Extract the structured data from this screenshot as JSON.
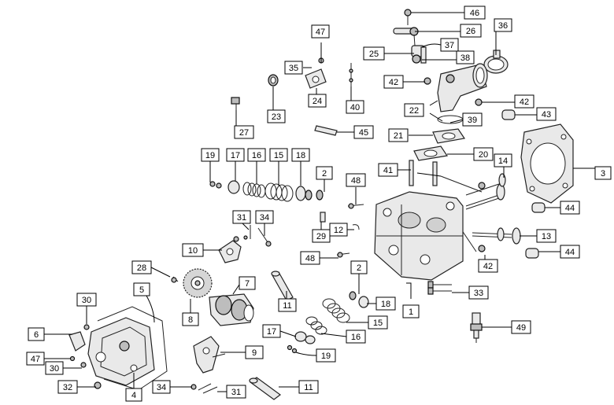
{
  "diagram": {
    "callouts": [
      {
        "id": "c46",
        "label": "46"
      },
      {
        "id": "c26",
        "label": "26"
      },
      {
        "id": "c47a",
        "label": "47"
      },
      {
        "id": "c36",
        "label": "36"
      },
      {
        "id": "c37",
        "label": "37"
      },
      {
        "id": "c25",
        "label": "25"
      },
      {
        "id": "c38",
        "label": "38"
      },
      {
        "id": "c35",
        "label": "35"
      },
      {
        "id": "c42a",
        "label": "42"
      },
      {
        "id": "c24",
        "label": "24"
      },
      {
        "id": "c40",
        "label": "40"
      },
      {
        "id": "c42b",
        "label": "42"
      },
      {
        "id": "c43",
        "label": "43"
      },
      {
        "id": "c22",
        "label": "22"
      },
      {
        "id": "c39",
        "label": "39"
      },
      {
        "id": "c23",
        "label": "23"
      },
      {
        "id": "c27",
        "label": "27"
      },
      {
        "id": "c45",
        "label": "45"
      },
      {
        "id": "c21",
        "label": "21"
      },
      {
        "id": "c20",
        "label": "20"
      },
      {
        "id": "c19a",
        "label": "19"
      },
      {
        "id": "c17a",
        "label": "17"
      },
      {
        "id": "c16a",
        "label": "16"
      },
      {
        "id": "c15a",
        "label": "15"
      },
      {
        "id": "c18a",
        "label": "18"
      },
      {
        "id": "c14",
        "label": "14"
      },
      {
        "id": "c3",
        "label": "3"
      },
      {
        "id": "c41",
        "label": "41"
      },
      {
        "id": "c2a",
        "label": "2"
      },
      {
        "id": "c48a",
        "label": "48"
      },
      {
        "id": "c44a",
        "label": "44"
      },
      {
        "id": "c31a",
        "label": "31"
      },
      {
        "id": "c34a",
        "label": "34"
      },
      {
        "id": "c29",
        "label": "29"
      },
      {
        "id": "c12",
        "label": "12"
      },
      {
        "id": "c13",
        "label": "13"
      },
      {
        "id": "c10",
        "label": "10"
      },
      {
        "id": "c44b",
        "label": "44"
      },
      {
        "id": "c48b",
        "label": "48"
      },
      {
        "id": "c42c",
        "label": "42"
      },
      {
        "id": "c28",
        "label": "28"
      },
      {
        "id": "c2b",
        "label": "2"
      },
      {
        "id": "c11a",
        "label": "11"
      },
      {
        "id": "c7",
        "label": "7"
      },
      {
        "id": "c5",
        "label": "5"
      },
      {
        "id": "c33",
        "label": "33"
      },
      {
        "id": "c30a",
        "label": "30"
      },
      {
        "id": "c18b",
        "label": "18"
      },
      {
        "id": "c1",
        "label": "1"
      },
      {
        "id": "c8",
        "label": "8"
      },
      {
        "id": "c15b",
        "label": "15"
      },
      {
        "id": "c49",
        "label": "49"
      },
      {
        "id": "c6",
        "label": "6"
      },
      {
        "id": "c17b",
        "label": "17"
      },
      {
        "id": "c16b",
        "label": "16"
      },
      {
        "id": "c9",
        "label": "9"
      },
      {
        "id": "c19b",
        "label": "19"
      },
      {
        "id": "c47b",
        "label": "47"
      },
      {
        "id": "c30b",
        "label": "30"
      },
      {
        "id": "c4",
        "label": "4"
      },
      {
        "id": "c32",
        "label": "32"
      },
      {
        "id": "c11b",
        "label": "11"
      },
      {
        "id": "c34b",
        "label": "34"
      },
      {
        "id": "c31b",
        "label": "31"
      }
    ]
  }
}
